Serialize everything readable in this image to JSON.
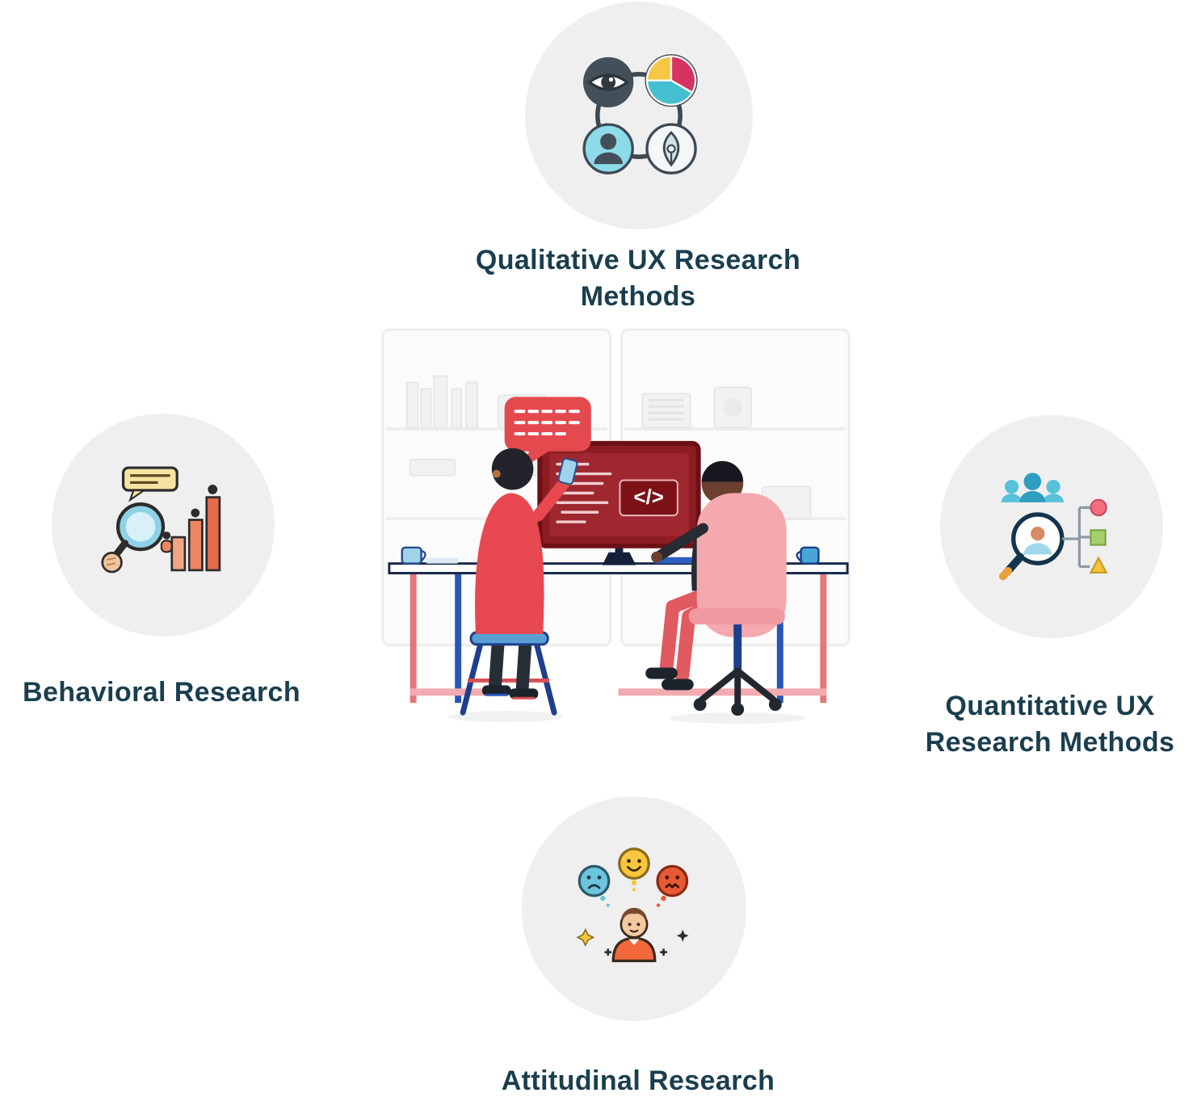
{
  "nodes": {
    "top": {
      "id": "qualitative",
      "icon": "qualitative-ux-research-icon",
      "lines": [
        "Qualitative UX Research",
        "Methods"
      ]
    },
    "left": {
      "id": "behavioral",
      "icon": "behavioral-research-icon",
      "lines": [
        "Behavioral Research"
      ]
    },
    "right": {
      "id": "quantitative",
      "icon": "quantitative-ux-research-icon",
      "lines": [
        "Quantitative UX",
        "Research Methods"
      ]
    },
    "bottom": {
      "id": "attitudinal",
      "icon": "attitudinal-research-icon",
      "lines": [
        "Attitudinal Research"
      ]
    }
  },
  "center": {
    "name": "pair-of-researchers-at-desk-illustration",
    "code_symbol": "</>"
  },
  "colors": {
    "circle_bg": "#efefef",
    "label": "#1a3e4e",
    "accent_red": "#e4494e",
    "accent_dark_red": "#8c1c24",
    "accent_pink": "#f4a9ae",
    "accent_teal": "#58c2db",
    "accent_yellow": "#f6c63e",
    "accent_navy": "#1d3f8c",
    "accent_orange": "#f2693c"
  }
}
